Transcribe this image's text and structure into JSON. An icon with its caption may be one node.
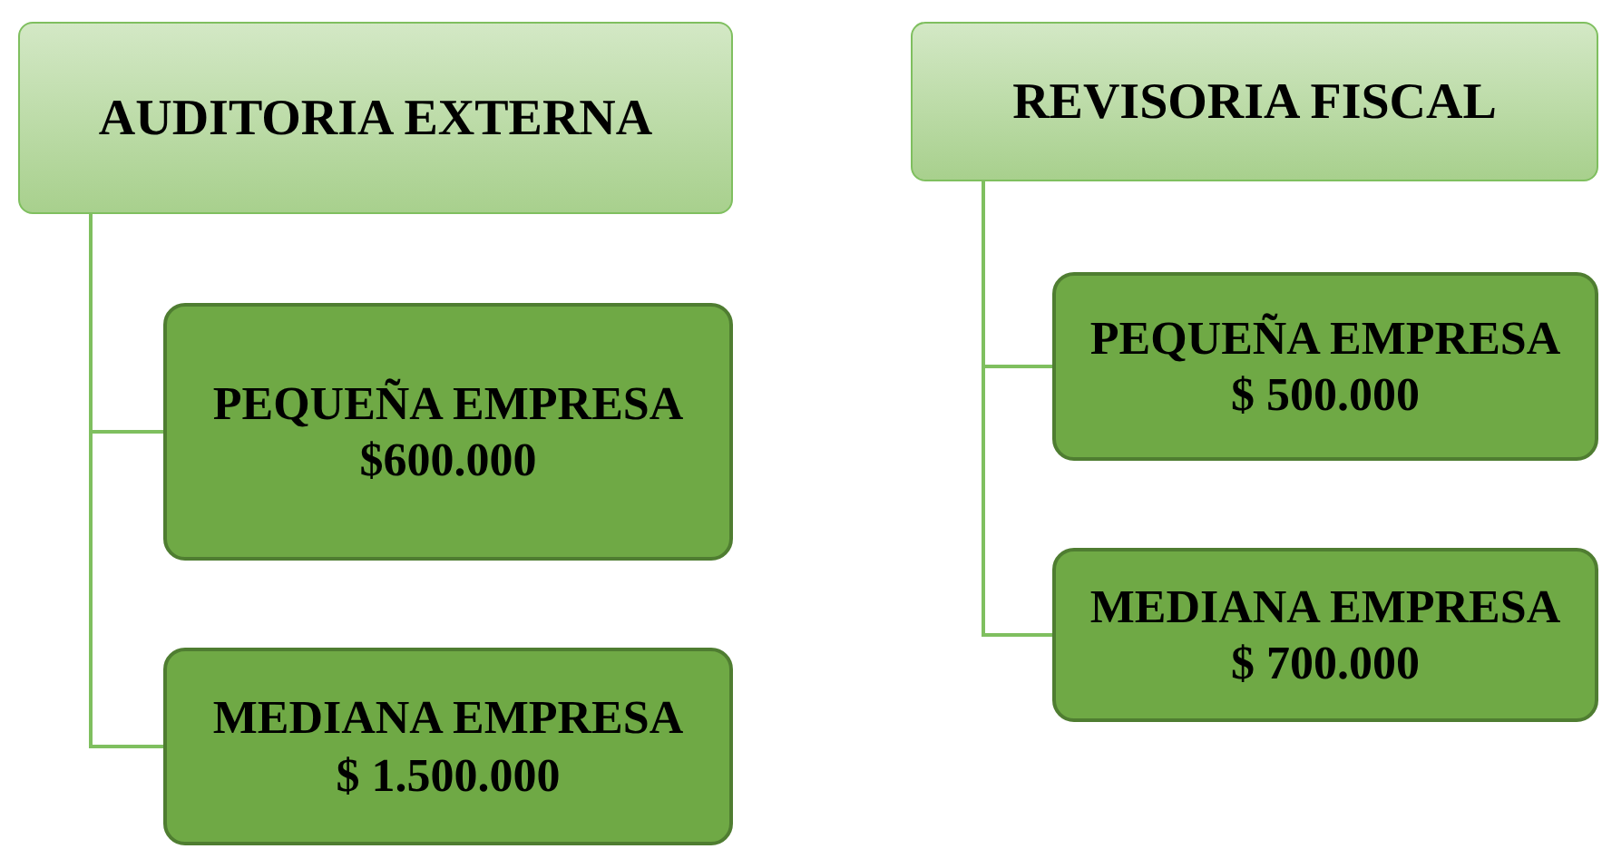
{
  "diagram": {
    "nodes": [
      {
        "text": [
          "AUDITORIA EXTERNA"
        ]
      },
      {
        "text": [
          "PEQUEÑA EMPRESA",
          "$600.000"
        ]
      },
      {
        "text": [
          "MEDIANA EMPRESA",
          "$ 1.500.000"
        ]
      },
      {
        "text": [
          "REVISORIA FISCAL"
        ]
      },
      {
        "text": [
          "PEQUEÑA EMPRESA",
          "$ 500.000"
        ]
      },
      {
        "text": [
          "MEDIANA EMPRESA",
          "$ 700.000"
        ]
      }
    ],
    "edges": [
      {
        "from": 0,
        "to": 1,
        "arrow": "none"
      },
      {
        "from": 0,
        "to": 2,
        "arrow": "none"
      },
      {
        "from": 3,
        "to": 4,
        "arrow": "none"
      },
      {
        "from": 3,
        "to": 5,
        "arrow": "none"
      }
    ]
  }
}
